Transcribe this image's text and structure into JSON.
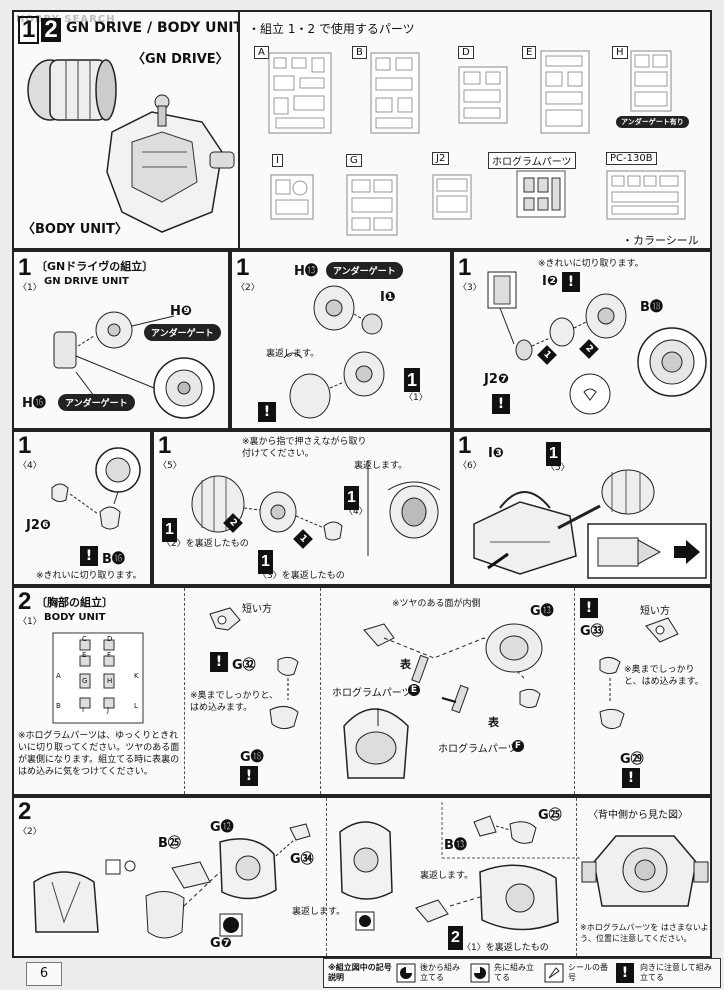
{
  "watermark": "HOBBY SEARCH",
  "header": {
    "step_nums": [
      "1",
      "2"
    ],
    "title": "GN DRIVE / BODY UNIT",
    "label_gn_drive": "〈GN DRIVE〉",
    "label_body_unit": "〈BODY UNIT〉"
  },
  "parts_panel": {
    "title": "・組立 1・2 で使用するパーツ",
    "runners": [
      "A",
      "B",
      "D",
      "E",
      "H",
      "I",
      "G",
      "J2",
      "ホログラムパーツ",
      "PC-130B"
    ],
    "under_gate_note": "アンダーゲート有り",
    "color_seal": "・カラーシール"
  },
  "step1_1": {
    "num": "1",
    "sub": "〈1〉",
    "title": "〔GNドライヴの組立〕",
    "unit": "GN DRIVE UNIT",
    "h9": "H❾",
    "h16": "H⓰",
    "under_gate": "アンダーゲート"
  },
  "step1_2": {
    "num": "1",
    "sub": "〈2〉",
    "h13": "H⓭",
    "under_gate": "アンダーゲート",
    "i1": "I❶",
    "reverse": "裏返します。",
    "ref_num": "1",
    "ref_sub": "〈1〉"
  },
  "step1_3": {
    "num": "1",
    "sub": "〈3〉",
    "note": "※きれいに切り取ります。",
    "i2": "I❷",
    "b28": "B⓲",
    "j27": "J2❼",
    "arrow1": "1",
    "arrow2": "2"
  },
  "step1_4": {
    "num": "1",
    "sub": "〈4〉",
    "j26": "J2❻",
    "b26": "B⓰",
    "note": "※きれいに切り取ります。"
  },
  "step1_5": {
    "num": "1",
    "sub": "〈5〉",
    "note": "※裏から指で押さえながら取り付けてください。",
    "reverse": "裏返します。",
    "ref2": "〈2〉を裏返したもの",
    "ref3": "〈3〉を裏返したもの",
    "ref4": "〈4〉",
    "n1": "1",
    "n2": "2"
  },
  "step1_6": {
    "num": "1",
    "sub": "〈6〉",
    "i3": "I❸",
    "ref5": "〈5〉"
  },
  "step2_1": {
    "num": "2",
    "sub": "〈1〉",
    "title": "〔胸部の組立〕",
    "unit": "BODY UNIT",
    "grid_labels": [
      "C",
      "D",
      "E",
      "F",
      "A",
      "K",
      "G",
      "H",
      "B",
      "I",
      "J",
      "L"
    ],
    "holo_note": "※ホログラムパーツは、ゆっくりときれいに切り取ってください。ツヤのある面が裏側になります。組立てる時に表裏のはめ込みに気をつけてください。",
    "short_side": "短い方",
    "g32": "G㉜",
    "g28": "G⓲",
    "press_note": "※奥までしっかりと、はめ込みます。",
    "shiny_note": "※ツヤのある面が内側",
    "g13": "G⓭",
    "omote": "表",
    "holo_e": "ホログラムパーツ",
    "holo_f": "ホログラムパーツ",
    "e_badge": "E",
    "f_badge": "F",
    "short_side2": "短い方",
    "g33": "G㉝",
    "press_note2": "※奥までしっかりと、はめ込みます。",
    "g29": "G㉙"
  },
  "step2_2": {
    "num": "2",
    "sub": "〈2〉",
    "b25": "B㉕",
    "g12": "G⓬",
    "g34": "G㉞",
    "g7": "G❼",
    "reverse": "裏返します。",
    "reverse2": "裏返します。",
    "b13": "B⓭",
    "g25": "G㉕",
    "ref1": "〈1〉を裏返したもの",
    "back_view": "〈背中側から見た図〉",
    "holo_note": "※ホログラムパーツを はさまないよう、位置に注意してください。"
  },
  "footer": {
    "page_number": "6",
    "legend_title": "※組立図中の記号説明",
    "legend_items": [
      "後から組み立てる",
      "先に組み立てる",
      "シールの番号",
      "向きに注意して組み立てる"
    ]
  }
}
